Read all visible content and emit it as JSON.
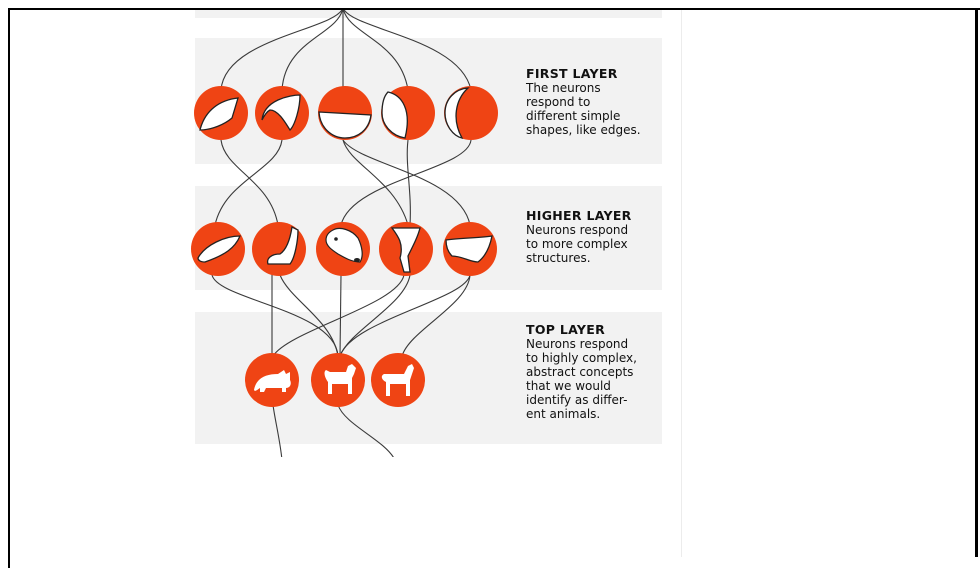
{
  "layers": [
    {
      "title": "FIRST LAYER",
      "desc": [
        "The neurons",
        "respond to",
        "different simple",
        "shapes, like edges."
      ]
    },
    {
      "title": "HIGHER LAYER",
      "desc": [
        "Neurons respond",
        "to more complex",
        "structures."
      ]
    },
    {
      "title": "TOP LAYER",
      "desc": [
        "Neurons respond",
        "to highly complex,",
        "abstract concepts",
        "that we would",
        "identify as differ-",
        "ent animals."
      ]
    }
  ],
  "colors": {
    "neuron_fill": "#ef4414",
    "band": "#f2f2f2",
    "line": "#3a3a3a"
  },
  "icons": {
    "first_layer": [
      "curve-edge-icon",
      "bent-edge-icon",
      "horizontal-edge-icon",
      "arc-edge-icon",
      "crescent-edge-icon"
    ],
    "higher_layer": [
      "ear-shape-icon",
      "paw-shape-icon",
      "dog-face-icon",
      "leg-shape-icon",
      "snout-shape-icon"
    ],
    "top_layer": [
      "cat-silhouette-icon",
      "dog-silhouette-icon",
      "horse-silhouette-icon"
    ]
  }
}
